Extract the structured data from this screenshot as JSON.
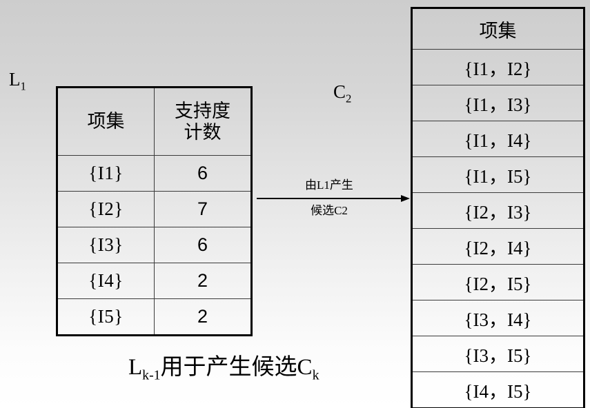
{
  "labels": {
    "l1": {
      "base": "L",
      "sub": "1"
    },
    "c2": {
      "base": "C",
      "sub": "2"
    }
  },
  "left_table": {
    "name": "L1 frequent 1-itemsets",
    "headers": [
      "项集",
      "支持度计数"
    ],
    "header_itemset": "项集",
    "header_count_line1": "支持度",
    "header_count_line2": "计数",
    "rows": [
      {
        "itemset": "{I1}",
        "count": "6"
      },
      {
        "itemset": "{I2}",
        "count": "7"
      },
      {
        "itemset": "{I3}",
        "count": "6"
      },
      {
        "itemset": "{I4}",
        "count": "2"
      },
      {
        "itemset": "{I5}",
        "count": "2"
      }
    ]
  },
  "arrow": {
    "caption_line1": "由L1产生",
    "caption_line2": "候选C2"
  },
  "right_table": {
    "name": "C2 candidate 2-itemsets",
    "header": "项集",
    "rows": [
      "{I1，I2}",
      "{I1，I3}",
      "{I1，I4}",
      "{I1，I5}",
      "{I2，I3}",
      "{I2，I4}",
      "{I2，I5}",
      "{I3，I4}",
      "{I3，I5}",
      "{I4，I5}"
    ]
  },
  "caption": {
    "base_1": "L",
    "sub_1": "k-1",
    "text_mid": "用于产生候选C",
    "sub_2": "k"
  },
  "colors": {
    "background_top": "#cdcdcd",
    "background_bottom": "#ffffff",
    "border": "#000000",
    "grid": "#3a3a3a",
    "text": "#000000"
  }
}
